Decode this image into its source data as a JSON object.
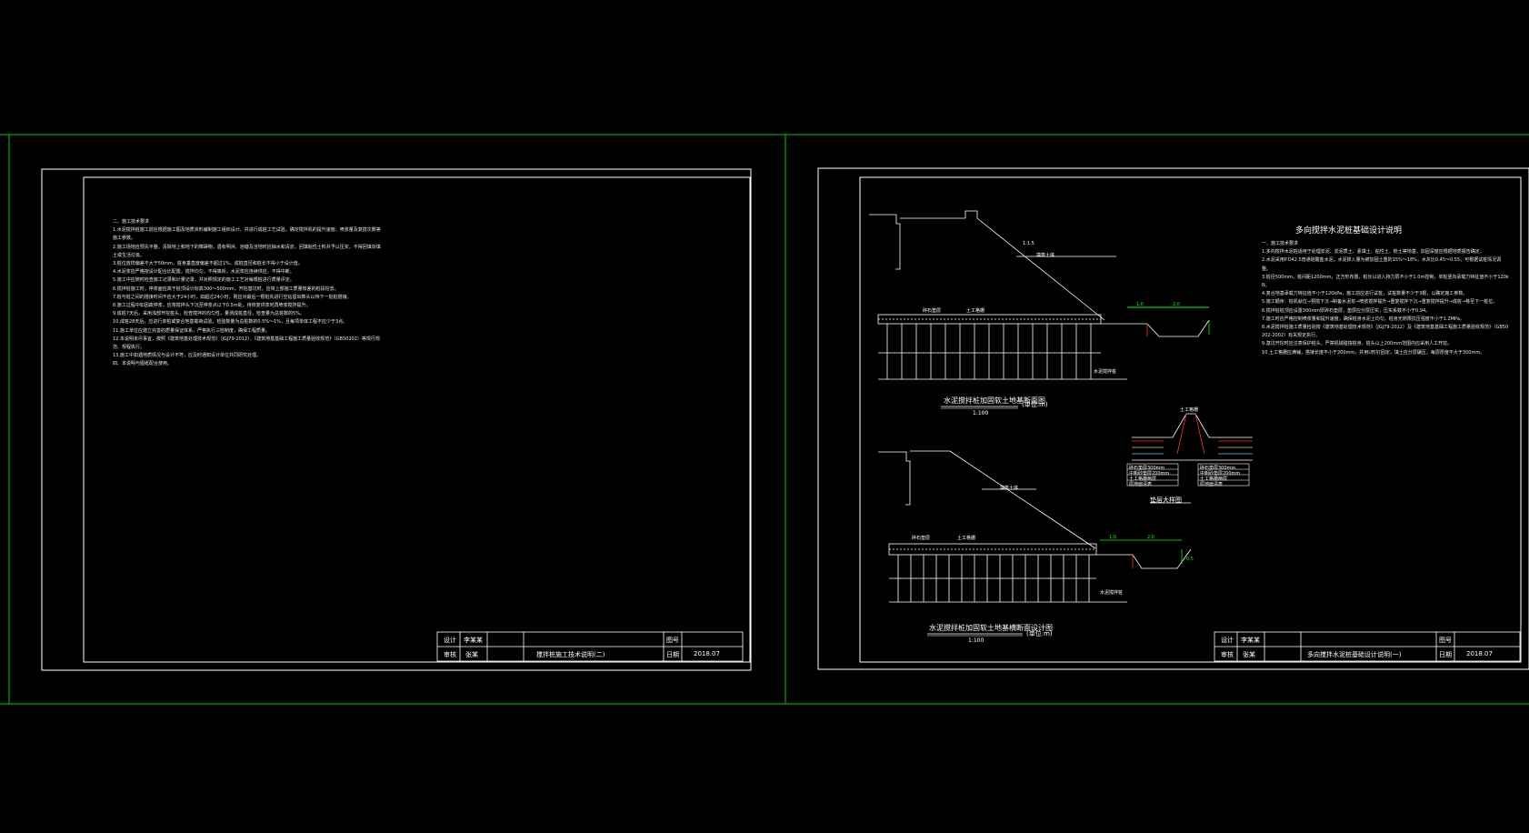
{
  "colors": {
    "background": "#000000",
    "layout_frame": "#00c800",
    "sheet_frame": "#ffffff",
    "accent_green": "#00ff00",
    "accent_red": "#ff3030",
    "accent_yellow": "#ffd000",
    "accent_cyan": "#40e0ff"
  },
  "sheet_left": {
    "notes": "二、施工技术要求\n1.水泥搅拌桩施工前应根据施工图及地质资料编制施工组织设计，并进行成桩工艺试验，确定搅拌机的提升速度、喷浆量及复搅次数等施工参数。\n2.施工场地应预先平整，清除地上和地下的障碍物，遇有明浜、池塘及洼地时应抽水和清淤，回填粘性土料并予以压实，不得回填杂填土或生活垃圾。\n3.桩位放样偏差不大于50mm，桩身垂直度偏差不超过1%，成桩直径和桩长不得小于设计值。\n4.水泥浆应严格按设计配合比配置，搅拌均匀，不得离析，水泥浆应连续供应，不得中断。\n5.施工中应随时检查施工记录和计量记录，并对照规定的施工工艺对每根桩进行质量评定。\n6.搅拌桩施工时，停浆面应高于桩顶设计标高300～500mm，开挖基坑时，应将上部施工质量较差的桩段挖去。\n7.桩与桩之间的搭接时间不应大于24小时，如超过24小时，则应对最后一根桩先进行空钻留出榫头以待下一批桩搭接。\n8.施工过程中如因故停浆，应将搅拌头下沉至停浆点以下0.5m处，待恢复供浆时再喷浆搅拌提升。\n9.成桩7天后，采用浅部开挖桩头，检查搅拌的均匀性，量测成桩直径，检查量为总桩数的5%。\n10.成桩28天后，应进行单桩或复合地基载荷试验，检验数量为总桩数的0.5%～1%，且每项单体工程不应少于3点。\n11.施工单位应建立完善的质量保证体系，严格执行三检制度，确保工程质量。\n12.本说明未尽事宜，按照《建筑地基处理技术规范》（JGJ79-2012）、《建筑地基基础工程施工质量验收规范》（GB50202）等现行规范、规程执行。\n13.施工中如遇地质情况与设计不符，应及时通知设计单位共同研究处理。\n四、本说明与图纸配合使用。",
    "title_block": {
      "role_design": "设计",
      "name_design": "李某某",
      "role_review": "审核",
      "name_review": "张某",
      "drawing_title": "搅拌桩施工技术说明(二)",
      "label_number": "图号",
      "label_date": "日期",
      "date_value": "2018.07"
    }
  },
  "sheet_right": {
    "title": "多向搅拌水泥桩基础设计说明",
    "notes": "一、施工技术要求\n1.多向搅拌水泥桩适用于处理淤泥、淤泥质土、素填土、粘性土、粉土等地基，加固深度应根据地质报告确定。\n2.水泥采用P.O42.5普通硅酸盐水泥，水泥掺入量为被加固土重的15%～18%，水灰比0.45～0.55，可根据试桩情况调整。\n3.桩径500mm，桩间距1200mm，正方形布置，桩长以进入持力层不小于1.0m控制，单桩竖向承载力特征值不小于120kN。\n4.复合地基承载力特征值不小于120kPa，施工前应进行试桩，试桩数量不少于3根，以确定施工参数。\n5.施工顺序：桩机就位→预搅下沉→制备水泥浆→喷浆搅拌提升→重复搅拌下沉→重复搅拌提升→成桩→移至下一桩位。\n6.搅拌桩桩顶应设置300mm厚碎石垫层，垫层应分层压实，压实系数不小于0.94。\n7.施工时应严格控制喷浆量和提升速度，确保桩身水泥土均匀，桩身无侧限抗压强度不小于1.2MPa。\n8.水泥搅拌桩施工质量检验按《建筑地基处理技术规范》（JGJ79-2012）及《建筑地基基础工程施工质量验收规范》（GB50202-2002）有关规定执行。\n9.基坑开挖时应注意保护桩头，严禁机械碰撞桩身，桩头以上200mm范围内应采用人工开挖。\n10.土工格栅应满铺，搭接长度不小于200mm，并用U形钉固定，填土应分层碾压，每层厚度不大于300mm。",
    "section1_title": "水泥搅拌桩加固软土地基断面图",
    "section1_scale": "1:100",
    "section1_unit": "(单位:m)",
    "section2_title": "水泥搅拌桩加固软土地基横断面设计图",
    "section2_scale": "1:100",
    "section2_unit": "(单位:m)",
    "detail_title": "垫层大样图",
    "labels": {
      "slope_note": "填筑土体",
      "gravel": "碎石垫层",
      "geogrid": "土工格栅",
      "pile": "水泥搅拌桩",
      "top_layer": "土工格栅",
      "layer1": "碎石垫层300mm",
      "layer2": "中粗砂垫层200mm",
      "layer3": "土工格栅两层",
      "layer4": "原地面清表",
      "ratio": "1:1.5",
      "dim_a": "1.0",
      "dim_b": "2.0",
      "dim_c": "0.5"
    },
    "title_block": {
      "role_design": "设计",
      "name_design": "李某某",
      "role_review": "审核",
      "name_review": "张某",
      "drawing_title": "多向搅拌水泥桩基础设计说明(一)",
      "label_number": "图号",
      "label_date": "日期",
      "date_value": "2018.07"
    }
  }
}
